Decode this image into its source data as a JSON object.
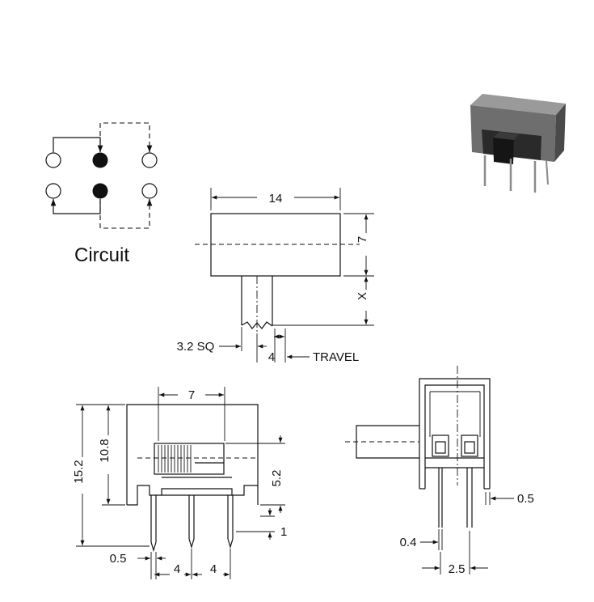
{
  "circuit": {
    "label": "Circuit"
  },
  "top_view": {
    "width": "14",
    "height": "7",
    "stroke": "X",
    "actuator": "3.2 SQ",
    "travel_value": "4",
    "travel_label": "TRAVEL"
  },
  "front_view": {
    "top_width": "7",
    "total_height": "15.2",
    "body_height": "10.8",
    "lever_height": "5.2",
    "pin_offset": "1",
    "pin_width": "0.5",
    "pitch_left": "4",
    "pitch_right": "4"
  },
  "side_view": {
    "pin_gap": "0.5",
    "pin_thickness": "0.4",
    "row_spacing": "2.5"
  }
}
